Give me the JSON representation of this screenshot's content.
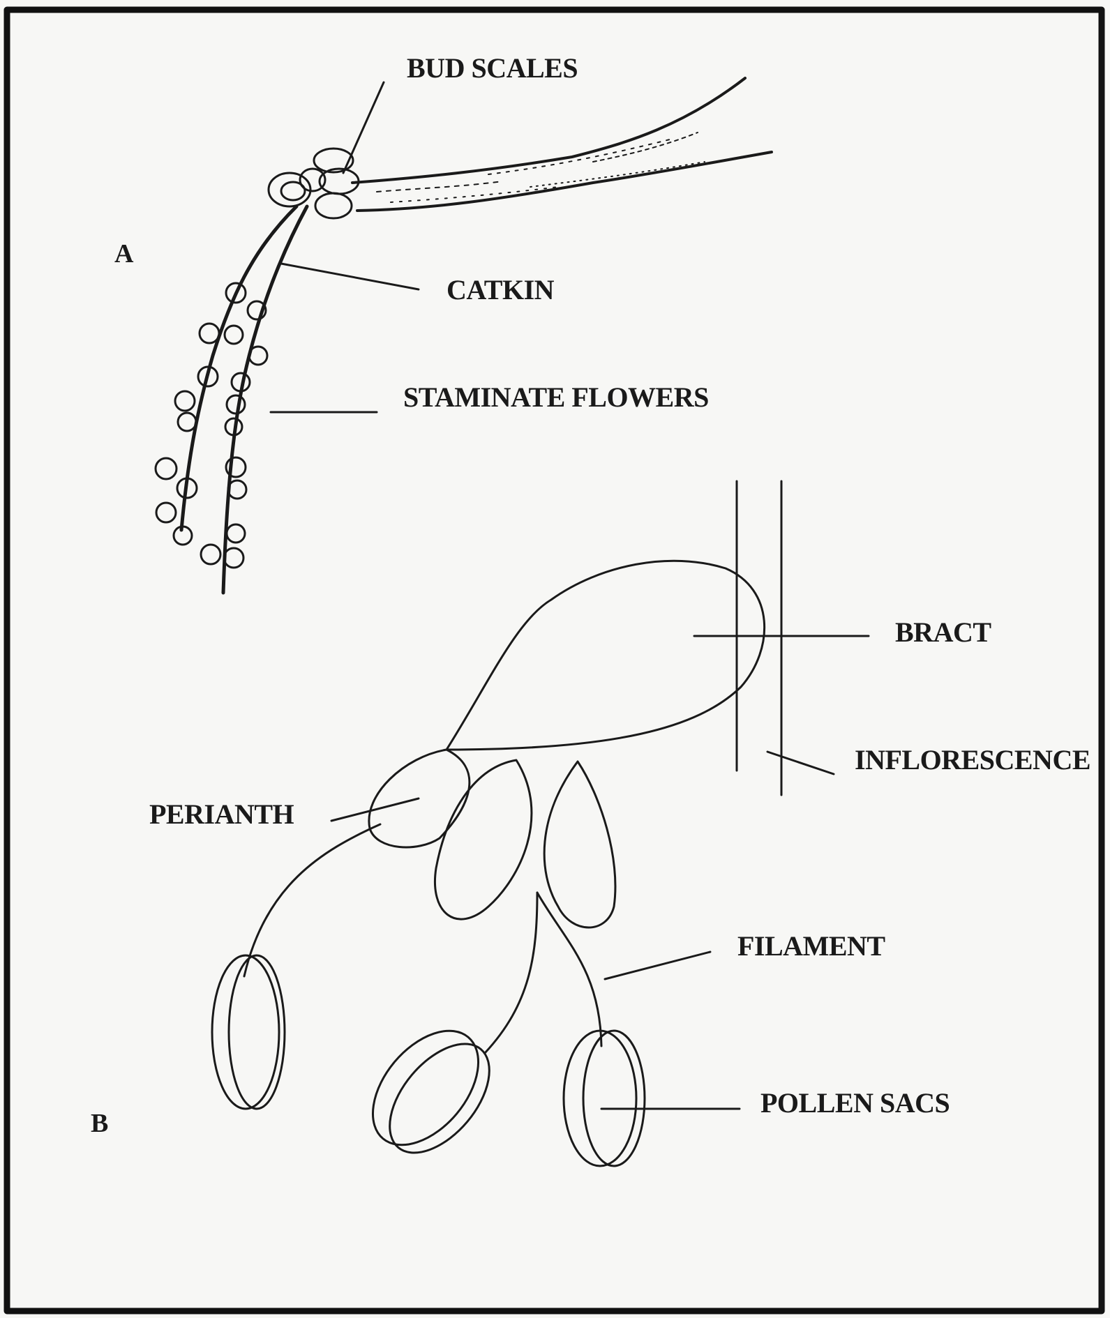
{
  "panels": {
    "a": "A",
    "b": "B"
  },
  "labels": {
    "bud_scales": "BUD SCALES",
    "catkin": "CATKIN",
    "staminate_flowers": "STAMINATE FLOWERS",
    "bract": "BRACT",
    "inflorescence": "INFLORESCENCE",
    "perianth": "PERIANTH",
    "filament": "FILAMENT",
    "pollen_sacs": "POLLEN SACS"
  },
  "colors": {
    "ink": "#1a1a1a",
    "background": "#f7f7f5",
    "frame": "#111111"
  }
}
